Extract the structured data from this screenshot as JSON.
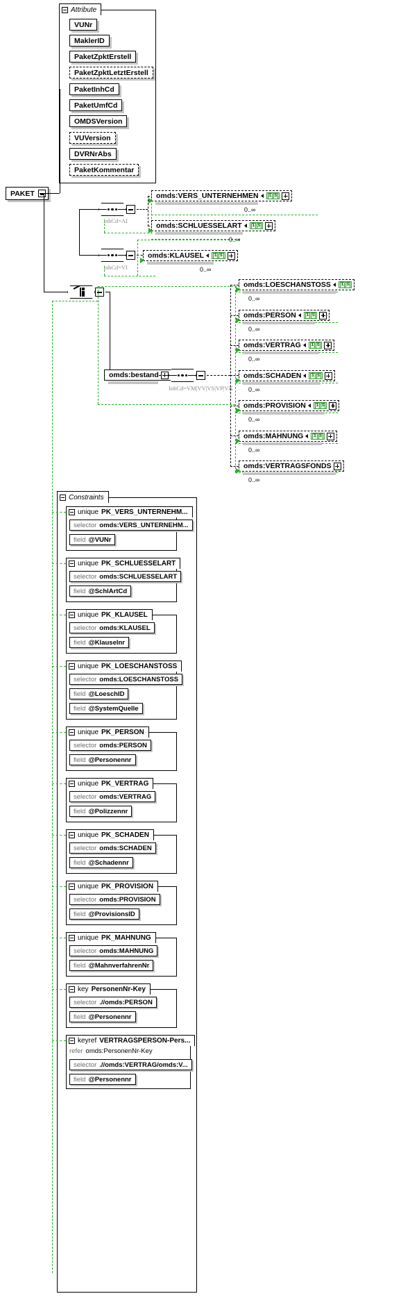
{
  "diagram": {
    "type": "xsd-schema-diagram",
    "root_element": {
      "name": "PAKET"
    },
    "attribute_group": {
      "title": "Attribute",
      "items": [
        {
          "name": "VUNr",
          "required": true
        },
        {
          "name": "MaklerID",
          "required": true
        },
        {
          "name": "PaketZpktErstell",
          "required": true
        },
        {
          "name": "PaketZpktLetztErstell",
          "required": false
        },
        {
          "name": "PaketInhCd",
          "required": true
        },
        {
          "name": "PaketUmfCd",
          "required": true
        },
        {
          "name": "OMDSVersion",
          "required": true
        },
        {
          "name": "VUVersion",
          "required": false
        },
        {
          "name": "DVRNrAbs",
          "required": true
        },
        {
          "name": "PaketKommentar",
          "required": false
        }
      ]
    },
    "content_model": {
      "sequences": [
        {
          "label": "InhCd=AI",
          "elements": [
            {
              "name": "omds:VERS_UNTERNEHMEN",
              "badge": "is",
              "cardinality": "0..∞"
            },
            {
              "name": "omds:SCHLUESSELART",
              "badge": "is",
              "cardinality": "0..∞"
            }
          ]
        },
        {
          "label": "InhCd=VI",
          "elements": [
            {
              "name": "omds:KLAUSEL",
              "badge": "is",
              "cardinality": "0..∞"
            }
          ]
        }
      ],
      "choice": {
        "child": {
          "name": "omds:bestand",
          "label": "InhCd=VM|VV|VS|VP|VK",
          "elements": [
            {
              "name": "omds:LOESCHANSTOSS",
              "badge": "is",
              "cardinality": "0..∞"
            },
            {
              "name": "omds:PERSON",
              "badge": "is",
              "cardinality": "0..∞"
            },
            {
              "name": "omds:VERTRAG",
              "badge": "is",
              "cardinality": "0..∞"
            },
            {
              "name": "omds:SCHADEN",
              "badge": "is",
              "cardinality": "0..∞"
            },
            {
              "name": "omds:PROVISION",
              "badge": "is",
              "cardinality": "0..∞"
            },
            {
              "name": "omds:MAHNUNG",
              "badge": "is",
              "cardinality": "0..∞"
            },
            {
              "name": "omds:VERTRAGSFONDS",
              "badge": "",
              "cardinality": "0..∞"
            }
          ]
        }
      }
    },
    "constraints": {
      "title": "Constraints",
      "items": [
        {
          "kind": "unique",
          "name": "PK_VERS_UNTERNEHM...",
          "rows": [
            {
              "kw": "selector",
              "val": "omds:VERS_UNTERNEHM..."
            },
            {
              "kw": "field",
              "val": "@VUNr"
            }
          ]
        },
        {
          "kind": "unique",
          "name": "PK_SCHLUESSELART",
          "rows": [
            {
              "kw": "selector",
              "val": "omds:SCHLUESSELART"
            },
            {
              "kw": "field",
              "val": "@SchlArtCd"
            }
          ]
        },
        {
          "kind": "unique",
          "name": "PK_KLAUSEL",
          "rows": [
            {
              "kw": "selector",
              "val": "omds:KLAUSEL"
            },
            {
              "kw": "field",
              "val": "@Klauselnr"
            }
          ]
        },
        {
          "kind": "unique",
          "name": "PK_LOESCHANSTOSS",
          "rows": [
            {
              "kw": "selector",
              "val": "omds:LOESCHANSTOSS"
            },
            {
              "kw": "field",
              "val": "@LoeschID"
            },
            {
              "kw": "field",
              "val": "@SystemQuelle"
            }
          ]
        },
        {
          "kind": "unique",
          "name": "PK_PERSON",
          "rows": [
            {
              "kw": "selector",
              "val": "omds:PERSON"
            },
            {
              "kw": "field",
              "val": "@Personennr"
            }
          ]
        },
        {
          "kind": "unique",
          "name": "PK_VERTRAG",
          "rows": [
            {
              "kw": "selector",
              "val": "omds:VERTRAG"
            },
            {
              "kw": "field",
              "val": "@Polizzennr"
            }
          ]
        },
        {
          "kind": "unique",
          "name": "PK_SCHADEN",
          "rows": [
            {
              "kw": "selector",
              "val": "omds:SCHADEN"
            },
            {
              "kw": "field",
              "val": "@Schadennr"
            }
          ]
        },
        {
          "kind": "unique",
          "name": "PK_PROVISION",
          "rows": [
            {
              "kw": "selector",
              "val": "omds:PROVISION"
            },
            {
              "kw": "field",
              "val": "@ProvisionsID"
            }
          ]
        },
        {
          "kind": "unique",
          "name": "PK_MAHNUNG",
          "rows": [
            {
              "kw": "selector",
              "val": "omds:MAHNUNG"
            },
            {
              "kw": "field",
              "val": "@MahnverfahrenNr"
            }
          ]
        },
        {
          "kind": "key",
          "name": "PersonenNr-Key",
          "rows": [
            {
              "kw": "selector",
              "val": ".//omds:PERSON"
            },
            {
              "kw": "field",
              "val": "@Personennr"
            }
          ]
        },
        {
          "kind": "keyref",
          "name": "VERTRAGSPERSON-Pers...",
          "refer": {
            "kw": "refer",
            "val": "omds:PersonenNr-Key"
          },
          "rows": [
            {
              "kw": "selector",
              "val": ".//omds:VERTRAG/omds:V..."
            },
            {
              "kw": "field",
              "val": "@Personennr"
            }
          ]
        }
      ]
    }
  }
}
